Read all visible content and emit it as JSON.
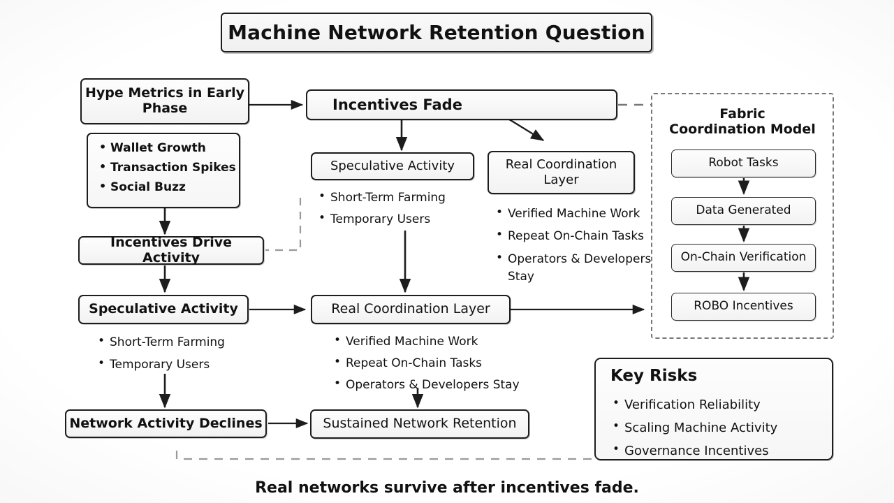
{
  "title": "Machine Network Retention Question",
  "footer": "Real networks survive after incentives fade.",
  "left_column": {
    "hype_box": "Hype Metrics in Early Phase",
    "hype_bullets": [
      "Wallet Growth",
      "Transaction Spikes",
      "Social Buzz"
    ],
    "incentives_drive": "Incentives Drive Activity",
    "speculative": "Speculative Activity",
    "speculative_bullets": [
      "Short-Term Farming",
      "Temporary Users"
    ],
    "decline": "Network Activity Declines"
  },
  "middle_column": {
    "incentives_fade": "Incentives Fade",
    "speculative": "Speculative Activity",
    "speculative_bullets": [
      "Short-Term Farming",
      "Temporary Users"
    ],
    "real_layer_small": "Real Coordination Layer",
    "real_layer_small_bullets": [
      "Verified Machine Work",
      "Repeat On-Chain Tasks",
      "Operators & Developers Stay"
    ],
    "real_layer": "Real Coordination Layer",
    "real_layer_bullets": [
      "Verified Machine Work",
      "Repeat On-Chain Tasks",
      "Operators & Developers Stay"
    ],
    "sustained": "Sustained Network Retention"
  },
  "fabric_panel": {
    "title_line1": "Fabric",
    "title_line2": "Coordination Model",
    "steps": [
      "Robot Tasks",
      "Data Generated",
      "On-Chain Verification",
      "ROBO Incentives"
    ]
  },
  "key_risks": {
    "title": "Key Risks",
    "items": [
      "Verification Reliability",
      "Scaling Machine Activity",
      "Governance Incentives"
    ]
  },
  "colors": {
    "ink": "#1d1d1d",
    "dashed": "#777777",
    "background": "#fdfdfd",
    "box_fill": "#f7f7f7"
  }
}
